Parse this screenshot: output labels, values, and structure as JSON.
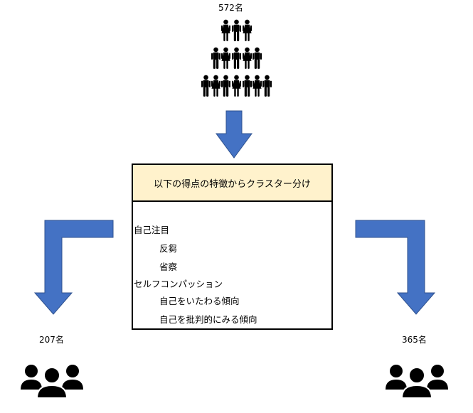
{
  "diagram": {
    "total_count": "572名",
    "process_title": "以下の得点の特徴からクラスター分け",
    "criteria": [
      {
        "text": "自己注目",
        "level": 0
      },
      {
        "text": "反芻",
        "level": 1
      },
      {
        "text": "省察",
        "level": 1
      },
      {
        "text": "セルフコンパッション",
        "level": 0
      },
      {
        "text": "自己をいたわる傾向",
        "level": 1
      },
      {
        "text": "自己を批判的にみる傾向",
        "level": 1
      }
    ],
    "left_cluster_count": "207名",
    "right_cluster_count": "365名"
  },
  "colors": {
    "arrow": "#4472c4",
    "arrow_outline": "#2f528f",
    "header_fill": "#fff2cc",
    "people": "#000000"
  },
  "icons": {
    "population": "people-pyramid-icon",
    "group": "group-icon"
  }
}
